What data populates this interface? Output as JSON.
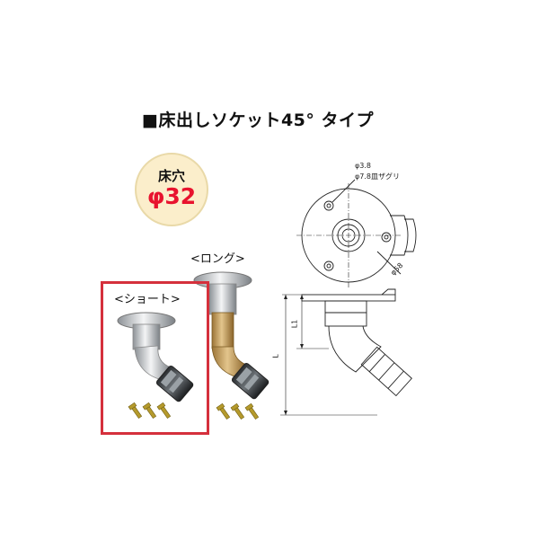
{
  "title": "■床出しソケット45° タイプ",
  "badge": {
    "label": "床穴",
    "size": "φ32"
  },
  "variants": {
    "short": "<ショート>",
    "long": "<ロング>"
  },
  "diagram": {
    "hole_dia": "φ3.8",
    "counterbore": "φ7.8皿ザグリ",
    "flange_dia": "φ58",
    "dim_l1": "L1",
    "dim_l": "L"
  },
  "colors": {
    "badge_bg": "#fbeecb",
    "badge_text": "#e8132e",
    "highlight": "#d5303c"
  }
}
